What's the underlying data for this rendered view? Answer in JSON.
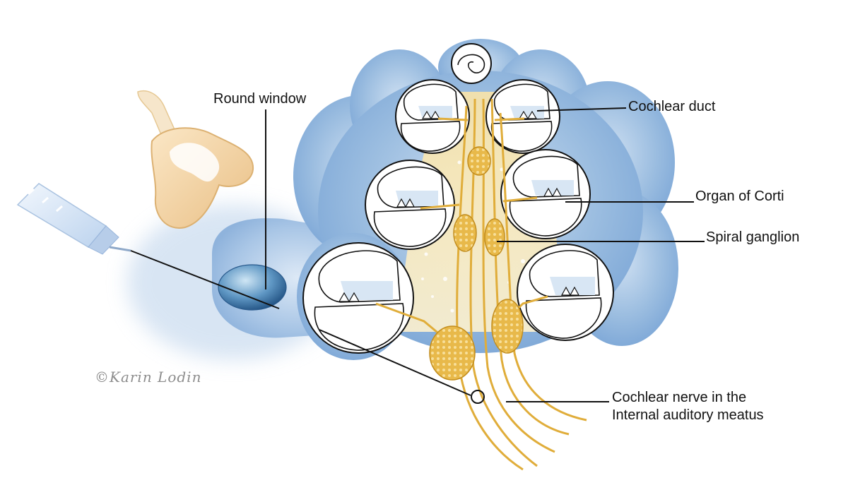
{
  "labels": {
    "round_window": "Round window",
    "cochlear_duct": "Cochlear duct",
    "organ_of_corti": "Organ of Corti",
    "spiral_ganglion": "Spiral ganglion",
    "cochlear_nerve_line1": "Cochlear nerve in the",
    "cochlear_nerve_line2": "Internal auditory meatus"
  },
  "signature": "©Karin Lodin",
  "colors": {
    "cochlea_blue": "#9bbde0",
    "cochlea_blue_dark": "#5f8fca",
    "nerve_gold": "#e0ad3a",
    "ganglion_fill": "#efc65a",
    "modiolus_fill": "#f6e2a6",
    "line": "#111111",
    "incus_tan": "#f4d6a6",
    "syringe_blue": "#cfe0f3"
  }
}
